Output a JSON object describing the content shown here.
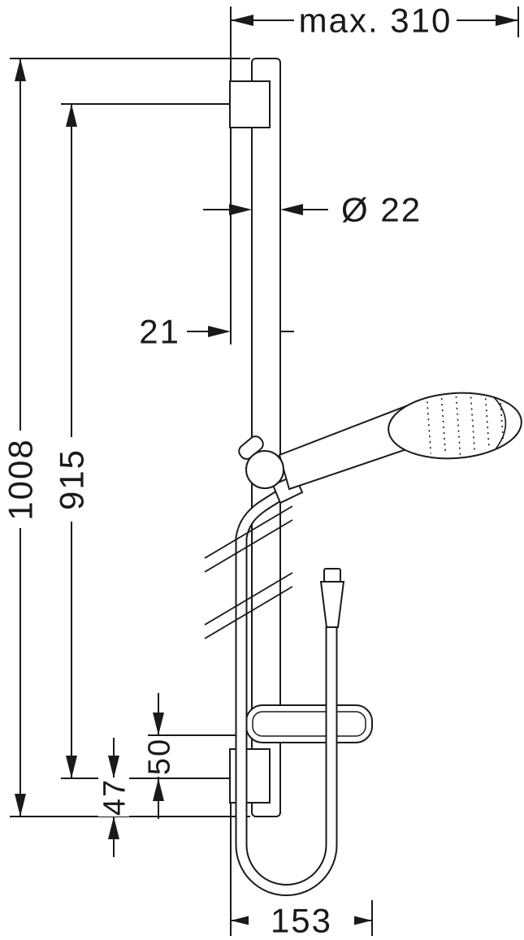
{
  "dims": {
    "max_reach": {
      "label": "max. 310"
    },
    "bar_diameter": {
      "label": "Ø 22"
    },
    "bracket_offset": {
      "label": "21"
    },
    "bar_length": {
      "label": "1008"
    },
    "hole_distance": {
      "label": "915"
    },
    "dish_offset": {
      "label": "50"
    },
    "end_offset": {
      "label": "47"
    },
    "base_width": {
      "label": "153"
    }
  },
  "colors": {
    "line": "#1a1a1a",
    "background": "#ffffff"
  }
}
